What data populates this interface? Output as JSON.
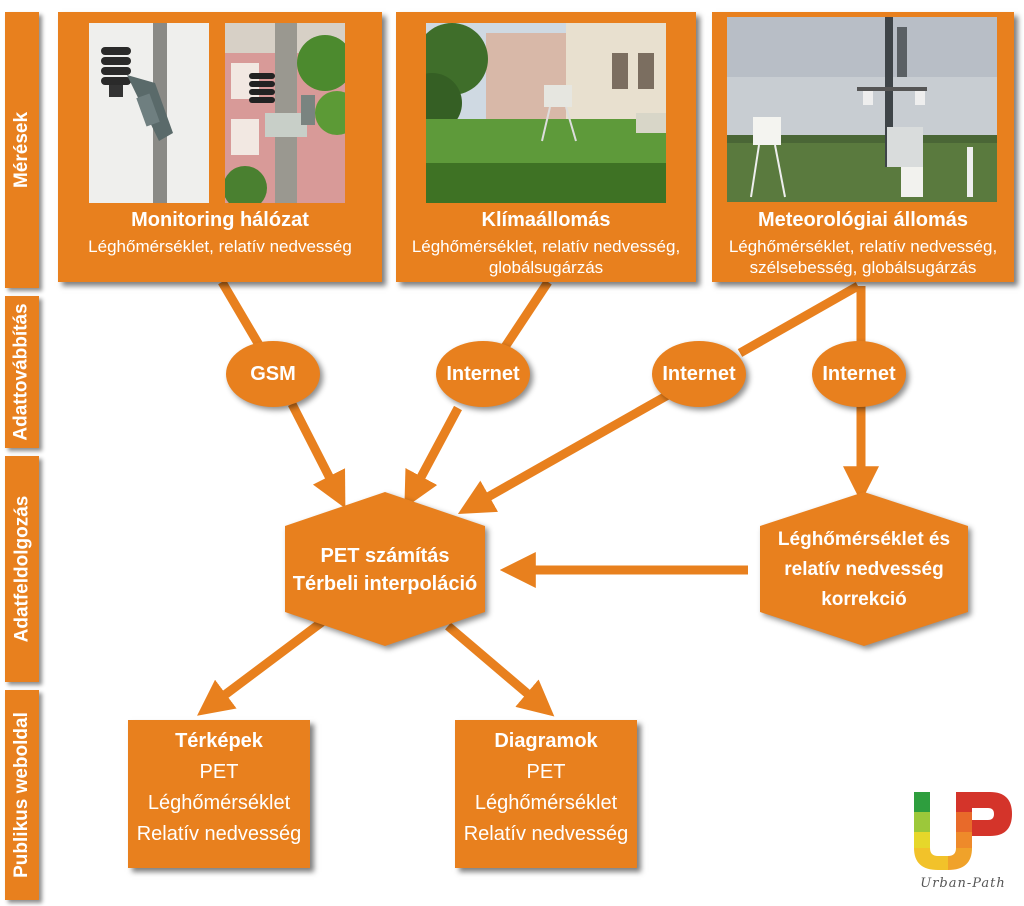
{
  "rows": {
    "meresek": "Mérések",
    "adattovabbitas": "Adattovábbítás",
    "adatfeldolgozas": "Adatfeldolgozás",
    "publikus": "Publikus weboldal"
  },
  "stations": [
    {
      "title": "Monitoring hálózat",
      "lines": [
        "Léghőmérséklet, relatív nedvesség"
      ]
    },
    {
      "title": "Klímaállomás",
      "lines": [
        "Léghőmérséklet, relatív nedvesség,",
        "globálsugárzás"
      ]
    },
    {
      "title": "Meteorológiai állomás",
      "lines": [
        "Léghőmérséklet, relatív nedvesség,",
        "szélsebesség, globálsugárzás"
      ]
    }
  ],
  "transfer": [
    "GSM",
    "Internet",
    "Internet",
    "Internet"
  ],
  "processing": {
    "main": [
      "PET számítás",
      "Térbeli interpoláció"
    ],
    "correction": [
      "Léghőmérséklet és",
      "relatív nedvesség",
      "korrekció"
    ]
  },
  "outputs": [
    {
      "title": "Térképek",
      "lines": [
        "PET",
        "Léghőmérséklet",
        "Relatív nedvesség"
      ]
    },
    {
      "title": "Diagramok",
      "lines": [
        "PET",
        "Léghőmérséklet",
        "Relatív nedvesség"
      ]
    }
  ],
  "logo": {
    "letters": "UP",
    "caption": "Urban-Path"
  },
  "colors": {
    "accent": "#e8801e"
  }
}
